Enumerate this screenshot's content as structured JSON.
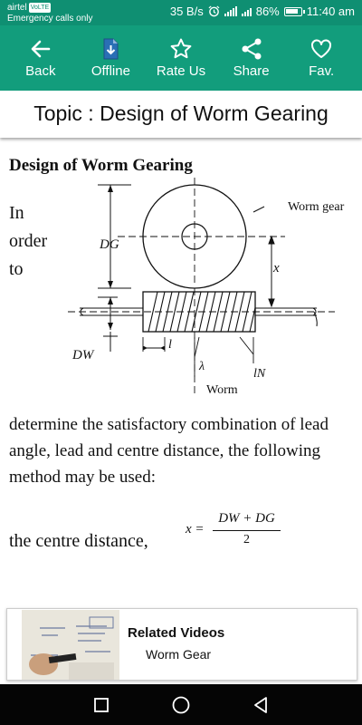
{
  "status_bar": {
    "carrier": "airtel",
    "network_badge": "VoLTE",
    "emergency": "Emergency calls only",
    "speed": "35 B/s",
    "battery": "86%",
    "time": "11:40 am"
  },
  "toolbar": {
    "back_label": "Back",
    "offline_label": "Offline",
    "rate_label": "Rate Us",
    "share_label": "Share",
    "fav_label": "Fav."
  },
  "topic": {
    "title": "Topic : Design of Worm Gearing"
  },
  "article": {
    "heading": "Design of Worm Gearing",
    "intro_words": [
      "In",
      "order",
      "to"
    ],
    "paragraph": "determine the satisfactory combination of lead angle, lead and centre distance, the following method may be used:",
    "centre_distance_text": "the centre distance,",
    "formula": {
      "lhs": "x =",
      "numerator": "DW + DG",
      "denominator": "2"
    }
  },
  "diagram": {
    "labels": {
      "worm_gear": "Worm gear",
      "worm": "Worm",
      "dg": "DG",
      "dw": "DW",
      "x": "x",
      "l": "l",
      "lambda": "λ",
      "ln": "lN"
    }
  },
  "related": {
    "title": "Related Videos",
    "subtitle": "Worm Gear"
  },
  "icons": {
    "back": "arrow-left-icon",
    "offline": "download-file-icon",
    "rate": "star-icon",
    "share": "share-icon",
    "fav": "heart-icon"
  },
  "colors": {
    "toolbar": "#129d7c",
    "status_bar": "#0f8f72",
    "nav_bar": "#050505"
  }
}
